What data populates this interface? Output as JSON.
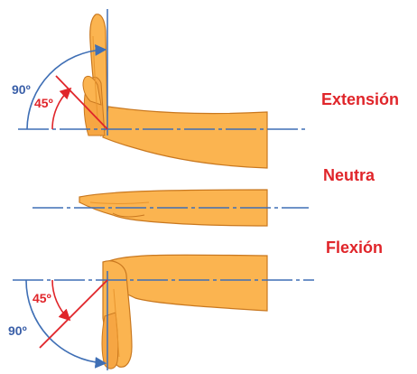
{
  "colors": {
    "skin": "#fbb450",
    "skin_outline": "#c9781f",
    "skin_shade": "#e8952e",
    "axis_line": "#3f6fb5",
    "red_line": "#e0252a",
    "red_text": "#e0252a",
    "blue_text": "#3a5fa8"
  },
  "labels": {
    "extension": "Extensión",
    "neutral": "Neutra",
    "flexion": "Flexión"
  },
  "angles": {
    "ext_big": "90º",
    "ext_small": "45º",
    "flx_small": "45º",
    "flx_big": "90º"
  }
}
